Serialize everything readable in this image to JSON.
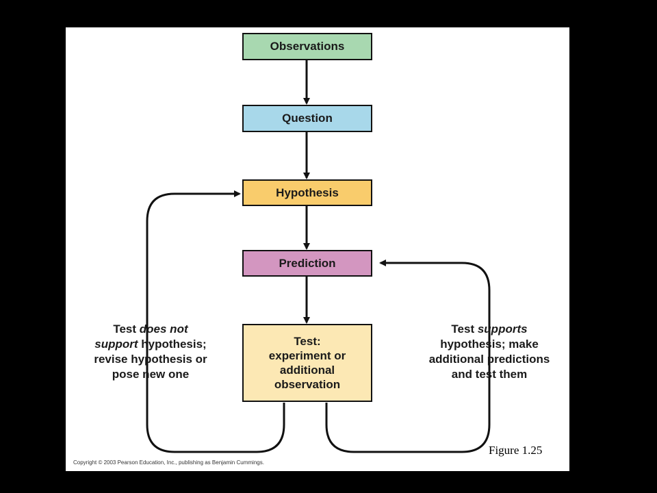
{
  "colors": {
    "observations": "#a8d8b0",
    "question": "#a8d8ea",
    "hypothesis": "#f9cc6c",
    "prediction": "#d396c0",
    "test": "#fce8b4"
  },
  "boxes": {
    "observations": "Observations",
    "question": "Question",
    "hypothesis": "Hypothesis",
    "prediction": "Prediction",
    "test": [
      "Test:",
      "experiment or",
      "additional",
      "observation"
    ]
  },
  "left_note": {
    "line1_a": "Test ",
    "line1_b": "does not",
    "line2_a": "support",
    "line2_b": " hypothesis;",
    "line3": "revise hypothesis or",
    "line4": "pose new one"
  },
  "right_note": {
    "line1_a": "Test ",
    "line1_b": "supports",
    "line2": "hypothesis; make",
    "line3": "additional predictions",
    "line4": "and test them"
  },
  "copyright": "Copyright © 2003 Pearson Education, Inc., publishing as Benjamin Cummings.",
  "figure_label": "Figure 1.25"
}
